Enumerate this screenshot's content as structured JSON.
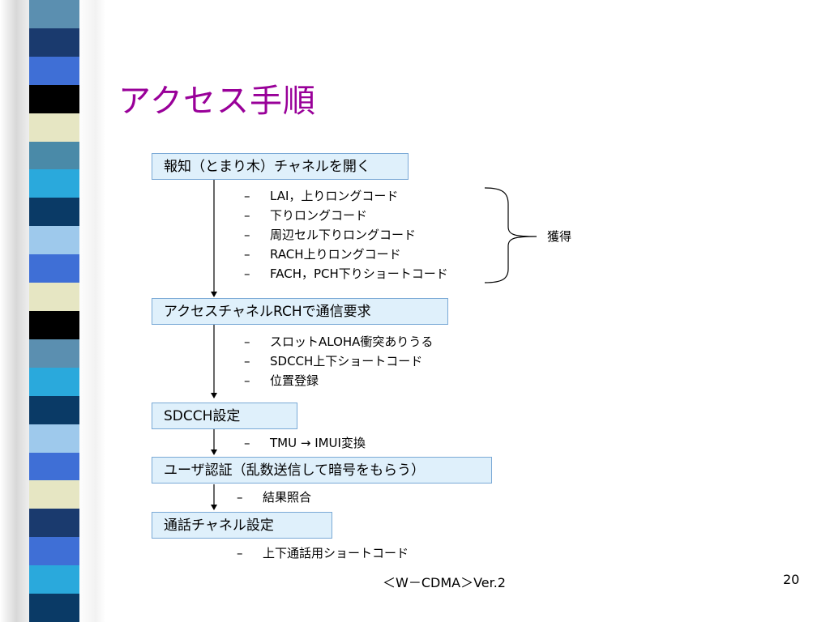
{
  "slide": {
    "title": "アクセス手順",
    "footer_center": "＜W－CDMA＞Ver.2",
    "page_number": "20"
  },
  "steps": [
    {
      "label": "報知（とまり木）チャネルを開く"
    },
    {
      "label": "アクセスチャネルRCHで通信要求"
    },
    {
      "label": "SDCCH設定"
    },
    {
      "label": "ユーザ認証（乱数送信して暗号をもらう）"
    },
    {
      "label": "通話チャネル設定"
    }
  ],
  "notes": {
    "step1": [
      "LAI，上りロングコード",
      "下りロングコード",
      "周辺セル下りロングコード",
      "RACH上りロングコード",
      "FACH，PCH下りショートコード"
    ],
    "step2": [
      "スロットALOHA衝突ありうる",
      "SDCCH上下ショートコード",
      "位置登録"
    ],
    "step3": [
      "TMU → IMUI変換"
    ],
    "step4": [
      "結果照合"
    ],
    "step5": [
      "上下通話用ショートコード"
    ]
  },
  "bullet": "–",
  "brace_label": "獲得",
  "colors": {
    "title": "#990099",
    "box_fill": "#dff0fb",
    "box_border": "#7aa9d6",
    "stripe": [
      "#5b8fb0",
      "#1a3a6e",
      "#3f6fd6",
      "#000000",
      "#e6e6c3",
      "#4a8aa8",
      "#2aa9dc",
      "#0a3a66",
      "#9ec9ec",
      "#3f6fd6",
      "#e6e6c3",
      "#000000",
      "#5b8fb0",
      "#2aa9dc",
      "#0a3a66",
      "#9ec9ec",
      "#3f6fd6",
      "#e6e6c3",
      "#1a3a6e",
      "#3f6fd6",
      "#2aa9dc",
      "#0a3a66"
    ]
  }
}
